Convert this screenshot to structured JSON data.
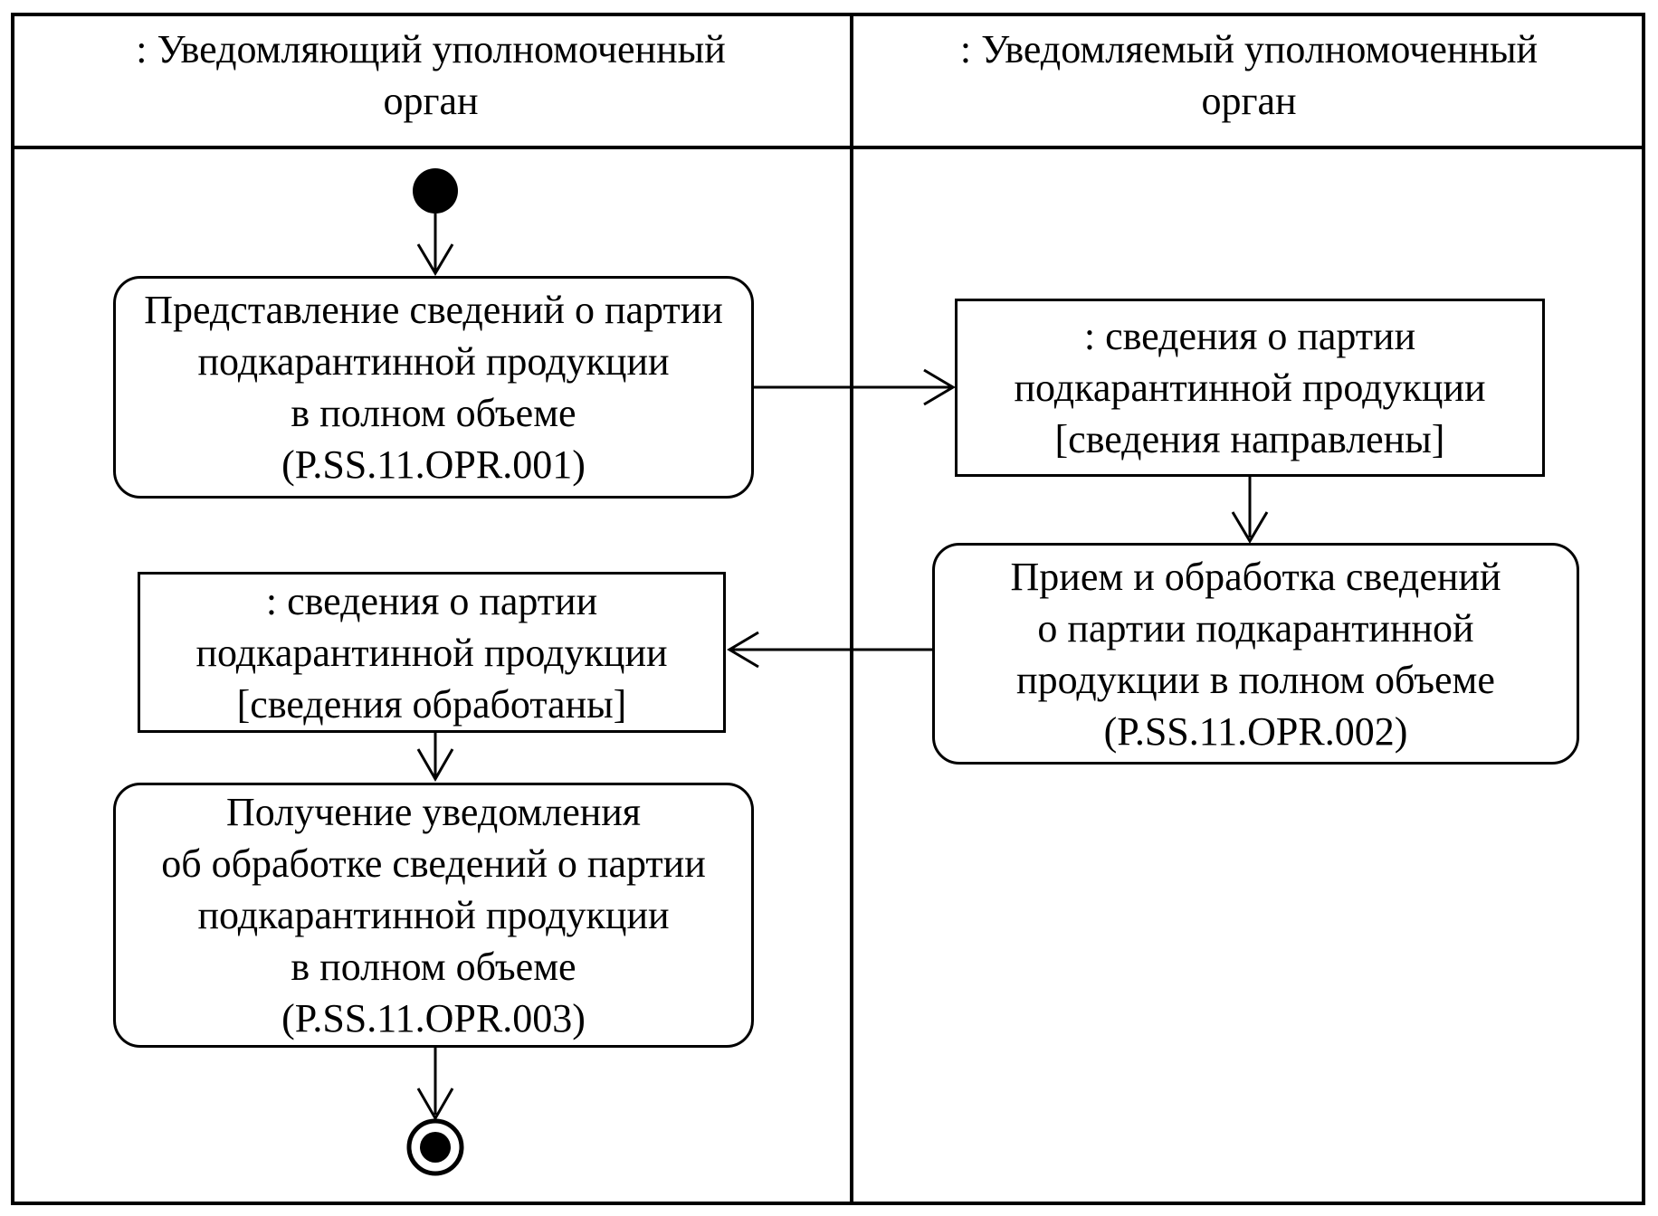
{
  "lanes": [
    {
      "title": ": Уведомляющий уполномоченный\nорган"
    },
    {
      "title": ": Уведомляемый уполномоченный\nорган"
    }
  ],
  "nodes": {
    "action_001": {
      "label": "Представление сведений о партии\nподкарантинной продукции\nв полном объеме\n(P.SS.11.OPR.001)"
    },
    "object_sent": {
      "label": ": сведения о партии\nподкарантинной продукции\n[сведения направлены]"
    },
    "action_002": {
      "label": "Прием и обработка сведений\nо партии подкарантинной\nпродукции в полном объеме\n(P.SS.11.OPR.002)"
    },
    "object_processed": {
      "label": ": сведения о партии\nподкарантинной продукции\n[сведения обработаны]"
    },
    "action_003": {
      "label": "Получение уведомления\nоб обработке сведений о партии\nподкарантинной продукции\nв полном объеме\n(P.SS.11.OPR.003)"
    }
  },
  "colors": {
    "line": "#000000",
    "background": "#ffffff"
  }
}
